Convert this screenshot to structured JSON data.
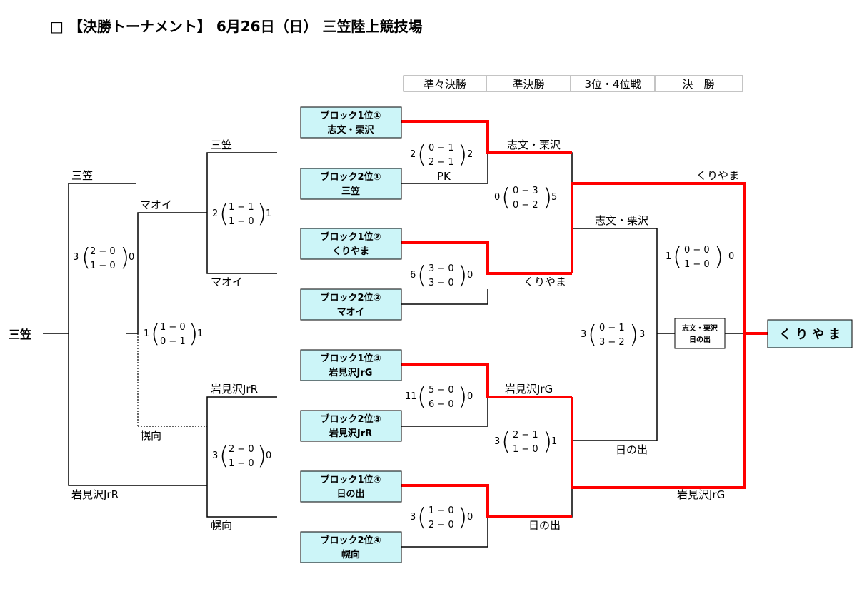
{
  "title": "□ 【決勝トーナメント】 6月26日（日） 三笠陸上競技場",
  "round_headers": [
    "準々決勝",
    "準決勝",
    "3位・4位戦",
    "決　勝"
  ],
  "left_side": {
    "final": {
      "label": "三笠"
    },
    "semi_top": {
      "winner_label": "三笠"
    },
    "semi_bottom": {
      "winner_label": "岩見沢JrR"
    },
    "qf_top_a": "三笠",
    "qf_top_b": "マオイ",
    "qf_top_c": "マオイ",
    "qf_bot_a": "岩見沢JrR",
    "qf_bot_b": "幌向",
    "qf_bot_c": "幌向",
    "mid_upper_label": "マオイ",
    "mid_lower_label": "幌向"
  },
  "left_scores": [
    {
      "id": "final",
      "outer_left": "3",
      "inner_top": "2 − 0",
      "inner_bottom": "1 − 0",
      "outer_right": "0"
    },
    {
      "id": "semi-top",
      "outer_left": "2",
      "inner_top": "1 − 1",
      "inner_bottom": "1 − 0",
      "outer_right": "1"
    },
    {
      "id": "mid",
      "outer_left": "1",
      "inner_top": "1 − 0",
      "inner_bottom": "0 − 1",
      "outer_right": "1"
    },
    {
      "id": "semi-bottom",
      "outer_left": "3",
      "inner_top": "2 − 0",
      "inner_bottom": "1 − 0",
      "outer_right": "0"
    }
  ],
  "blocks": [
    {
      "line1": "ブロック1位①",
      "line2": "志文・栗沢"
    },
    {
      "line1": "ブロック2位①",
      "line2": "三笠"
    },
    {
      "line1": "ブロック1位②",
      "line2": "くりやま"
    },
    {
      "line1": "ブロック2位②",
      "line2": "マオイ"
    },
    {
      "line1": "ブロック1位③",
      "line2": "岩見沢JrG"
    },
    {
      "line1": "ブロック2位③",
      "line2": "岩見沢JrR"
    },
    {
      "line1": "ブロック1位④",
      "line2": "日の出"
    },
    {
      "line1": "ブロック2位④",
      "line2": "幌向"
    }
  ],
  "qf_scores": [
    {
      "outer_left": "2",
      "inner_top": "0 − 1",
      "inner_bottom": "2 − 1",
      "outer_right": "2",
      "note": "PK"
    },
    {
      "outer_left": "6",
      "inner_top": "3 − 0",
      "inner_bottom": "3 − 0",
      "outer_right": "0",
      "note": ""
    },
    {
      "outer_left": "11",
      "inner_top": "5 − 0",
      "inner_bottom": "6 − 0",
      "outer_right": "0",
      "note": ""
    },
    {
      "outer_left": "3",
      "inner_top": "1 − 0",
      "inner_bottom": "2 − 0",
      "outer_right": "0",
      "note": ""
    }
  ],
  "qf_winners": [
    "志文・栗沢",
    "くりやま",
    "岩見沢JrG",
    "日の出"
  ],
  "sf_scores": [
    {
      "outer_left": "0",
      "inner_top": "0 − 3",
      "inner_bottom": "0 − 2",
      "outer_right": "5"
    },
    {
      "outer_left": "3",
      "inner_top": "2 − 1",
      "inner_bottom": "1 − 0",
      "outer_right": "1"
    }
  ],
  "sf_winners": [
    "くりやま",
    "岩見沢JrG"
  ],
  "third_place": {
    "top_label": "志文・栗沢",
    "bottom_label": "日の出",
    "score": {
      "outer_left": "3",
      "inner_top": "0 − 1",
      "inner_bottom": "3 − 2",
      "outer_right": "3"
    },
    "result_line1": "志文・栗沢",
    "result_line2": "日の出"
  },
  "final_score": {
    "outer_left": "1",
    "inner_top": "0 − 0",
    "inner_bottom": "1 − 0",
    "outer_right": "0"
  },
  "champion": "く り や ま",
  "colors": {
    "box_fill": "#ccf5f8",
    "winner_line": "#ff0000",
    "line": "#000000"
  }
}
